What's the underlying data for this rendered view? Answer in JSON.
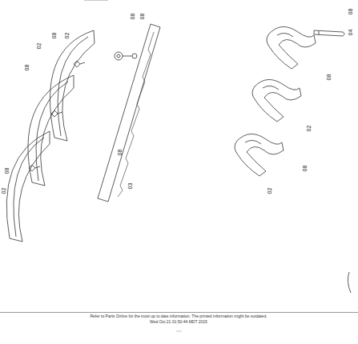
{
  "diagram": {
    "labels": [
      "08",
      "02",
      "02",
      "08",
      "08",
      "02",
      "08",
      "08",
      "08",
      "03",
      "04",
      "08",
      "08",
      "02",
      "08",
      "02",
      "Refer to Parts Online for the most up to date information. The printed information might be outdated.",
      "Wed Oct 21 01:50:44 MDT 2015"
    ]
  }
}
